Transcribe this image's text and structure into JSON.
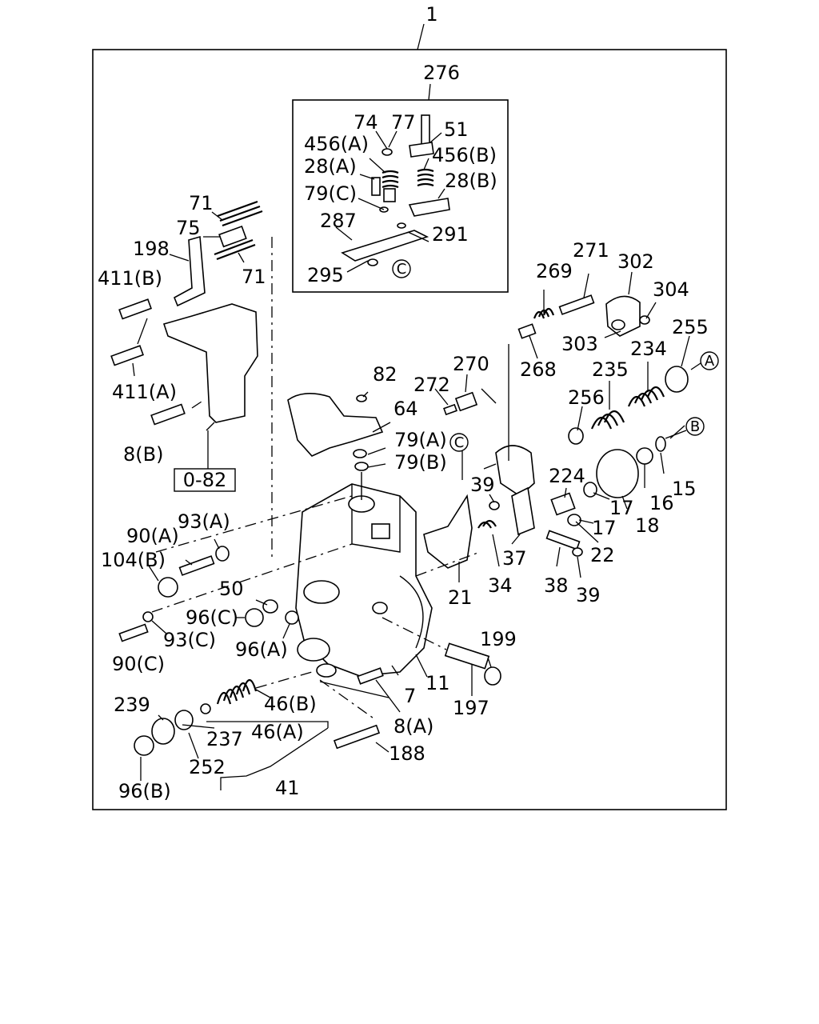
{
  "diagram": {
    "assembly_label": "1",
    "subassembly_label": "276",
    "reference_box_label": "0-82",
    "callouts": [
      "74",
      "77",
      "51",
      "456(A)",
      "456(B)",
      "28(A)",
      "28(B)",
      "79(C)",
      "287",
      "291",
      "295",
      "71",
      "75",
      "198",
      "71",
      "411(B)",
      "411(A)",
      "8(B)",
      "271",
      "302",
      "269",
      "304",
      "255",
      "303",
      "234",
      "268",
      "235",
      "82",
      "272",
      "270",
      "64",
      "256",
      "79(A)",
      "79(B)",
      "39",
      "224",
      "15",
      "16",
      "17",
      "17",
      "18",
      "22",
      "93(A)",
      "90(A)",
      "104(B)",
      "37",
      "38",
      "39",
      "34",
      "21",
      "50",
      "96(C)",
      "93(C)",
      "96(A)",
      "90(C)",
      "199",
      "7",
      "11",
      "197",
      "8(A)",
      "239",
      "46(B)",
      "46(A)",
      "237",
      "252",
      "96(B)",
      "41",
      "188"
    ],
    "circle_refs": [
      "C",
      "C",
      "A",
      "B"
    ]
  }
}
